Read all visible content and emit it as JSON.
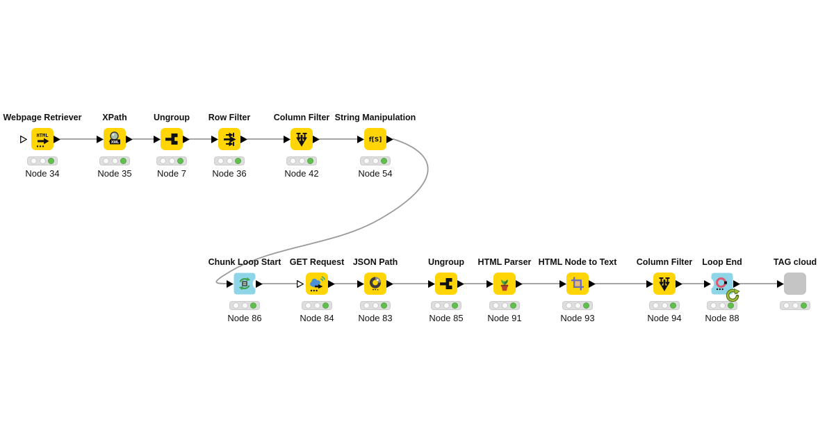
{
  "workflow": {
    "background": "#ffffff",
    "colors": {
      "node_yellow": "#ffd506",
      "loop_node_blue": "#8ed5e7",
      "unconfigured_gray": "#c5c5c5",
      "wire_gray": "#9a9a9a",
      "status_green": "#62bf4f",
      "loop_decorator_green": "#a2c037"
    },
    "nodes": [
      {
        "title": "Webpage Retriever",
        "number": "Node 34",
        "type": "standard",
        "icon": "webpage-retriever-icon",
        "icon_text": "HTML",
        "status": "green",
        "optional_input_port": true
      },
      {
        "title": "XPath",
        "number": "Node 35",
        "type": "standard",
        "icon": "xpath-icon",
        "icon_text": "XML",
        "status": "green"
      },
      {
        "title": "Ungroup",
        "number": "Node 7",
        "type": "standard",
        "icon": "ungroup-icon",
        "status": "green"
      },
      {
        "title": "Row Filter",
        "number": "Node 36",
        "type": "standard",
        "icon": "row-filter-icon",
        "status": "green"
      },
      {
        "title": "Column Filter",
        "number": "Node 42",
        "type": "standard",
        "icon": "column-filter-icon",
        "status": "green"
      },
      {
        "title": "String Manipulation",
        "number": "Node 54",
        "type": "standard",
        "icon": "string-manipulation-icon",
        "icon_text": "f[S]",
        "status": "green"
      },
      {
        "title": "Chunk Loop Start",
        "number": "Node 86",
        "type": "loop-start",
        "icon": "chunk-loop-start-icon",
        "status": "green"
      },
      {
        "title": "GET Request",
        "number": "Node 84",
        "type": "standard",
        "icon": "get-request-icon",
        "status": "green",
        "optional_input_port": true
      },
      {
        "title": "JSON Path",
        "number": "Node 83",
        "type": "standard",
        "icon": "json-path-icon",
        "status": "green"
      },
      {
        "title": "Ungroup",
        "number": "Node 85",
        "type": "standard",
        "icon": "ungroup-icon",
        "status": "green"
      },
      {
        "title": "HTML Parser",
        "number": "Node 91",
        "type": "standard",
        "icon": "html-parser-icon",
        "status": "green"
      },
      {
        "title": "HTML Node to Text",
        "number": "Node 93",
        "type": "standard",
        "icon": "html-node-to-text-icon",
        "status": "green"
      },
      {
        "title": "Column Filter",
        "number": "Node 94",
        "type": "standard",
        "icon": "column-filter-icon",
        "status": "green"
      },
      {
        "title": "Loop End",
        "number": "Node 88",
        "type": "loop-end",
        "icon": "loop-end-icon",
        "decorator": "loop-refresh-icon",
        "status": "green"
      },
      {
        "title": "TAG cloud",
        "number": "",
        "type": "unconfigured-gray",
        "icon": "none",
        "status": "green"
      }
    ],
    "connections": [
      {
        "from": "Node 34",
        "to": "Node 35"
      },
      {
        "from": "Node 35",
        "to": "Node 7"
      },
      {
        "from": "Node 7",
        "to": "Node 36"
      },
      {
        "from": "Node 36",
        "to": "Node 42"
      },
      {
        "from": "Node 42",
        "to": "Node 54"
      },
      {
        "from": "Node 54",
        "to": "Node 86"
      },
      {
        "from": "Node 86",
        "to": "Node 84"
      },
      {
        "from": "Node 84",
        "to": "Node 83"
      },
      {
        "from": "Node 83",
        "to": "Node 85"
      },
      {
        "from": "Node 85",
        "to": "Node 91"
      },
      {
        "from": "Node 91",
        "to": "Node 93"
      },
      {
        "from": "Node 93",
        "to": "Node 94"
      },
      {
        "from": "Node 94",
        "to": "Node 88"
      },
      {
        "from": "Node 88",
        "to": "TAG cloud"
      }
    ]
  }
}
